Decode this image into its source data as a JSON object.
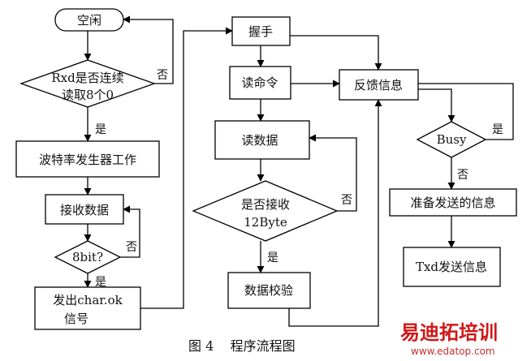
{
  "colors": {
    "line": "#000000",
    "node_fill": "#ffffff",
    "watermark": "#d01818"
  },
  "nodes": {
    "idle": "空闲",
    "rxd_check_1": "Rxd是否连续",
    "rxd_check_2": "读取8个0",
    "baud": "波特率发生器工作",
    "receive": "接收数据",
    "bit8": "8bit?",
    "char_ok_1": "发出char.ok",
    "char_ok_2": "信号",
    "handshake": "握手",
    "read_cmd": "读命令",
    "read_data": "读数据",
    "recv12_1": "是否接收",
    "recv12_2": "12Byte",
    "checksum": "数据校验",
    "feedback": "反馈信息",
    "busy": "Busy",
    "prepare": "准备发送的信息",
    "txd": "Txd发送信息"
  },
  "edge_labels": {
    "rxd_no": "否",
    "rxd_yes": "是",
    "bit8_no": "否",
    "bit8_yes": "是",
    "recv12_no": "否",
    "recv12_yes": "是",
    "busy_yes": "是",
    "busy_no": "否"
  },
  "caption": "图 4    程序流程图",
  "watermark": {
    "text": "易迪拓培训",
    "url": "www.edatop.com"
  }
}
